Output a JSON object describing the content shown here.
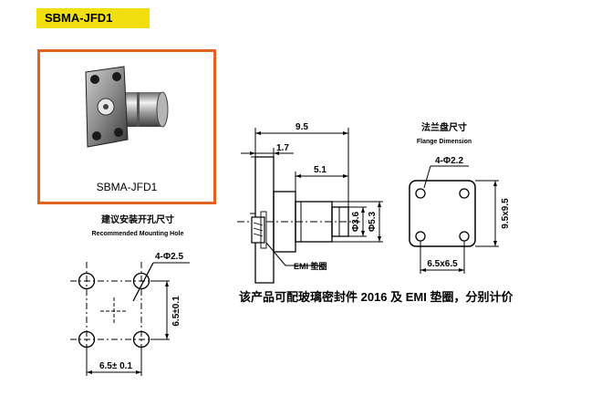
{
  "header": {
    "title": "SBMA-JFD1"
  },
  "product_photo": {
    "caption": "SBMA-JFD1"
  },
  "mounting_hole": {
    "title_cn": "建议安装开孔尺寸",
    "title_en": "Recommended Mounting Hole",
    "hole_label": "4-Φ2.5",
    "dim_vertical": "6.5±0.1",
    "dim_horizontal": "6.5± 0.1"
  },
  "side_view": {
    "dim_total": "9.5",
    "dim_flange": "1.7",
    "dim_body": "5.1",
    "dim_d1": "Φ3.6",
    "dim_d2": "Φ5.3",
    "gasket_label": "EMI 垫圈"
  },
  "flange": {
    "title_cn": "法兰盘尺寸",
    "title_en": "Flange Dimension",
    "hole_label": "4-Φ2.2",
    "dim_vertical": "9.5x9.5",
    "dim_horizontal": "6.5x6.5"
  },
  "note": "该产品可配玻璃密封件 2016 及 EMI 垫圈，分别计价"
}
